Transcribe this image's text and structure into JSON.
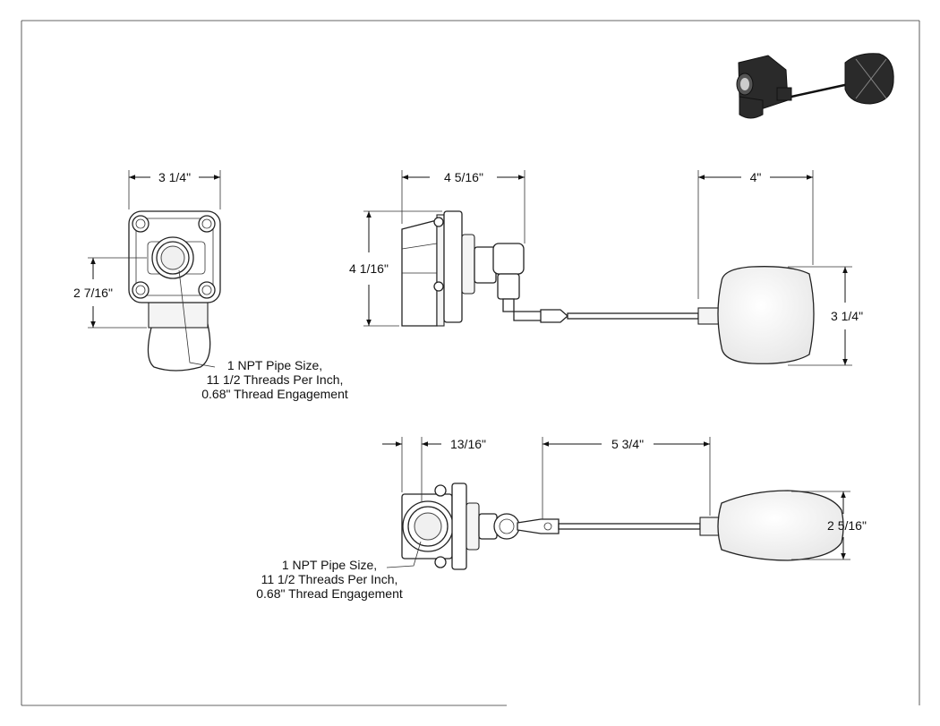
{
  "front_view": {
    "width": "3 1/4\"",
    "height": "2 7/16\"",
    "note": {
      "line1": "1 NPT Pipe Size,",
      "line2": "11 1/2 Threads Per Inch,",
      "line3": "0.68\" Thread Engagement"
    }
  },
  "side_view": {
    "body_length": "4 5/16\"",
    "body_height": "4 1/16\"",
    "float_length": "4\"",
    "float_height": "3 1/4\""
  },
  "top_view": {
    "body_depth": "13/16\"",
    "arm_length": "5 3/4\"",
    "float_height": "2 5/16\"",
    "note": {
      "line1": "1 NPT Pipe Size,",
      "line2": "11 1/2 Threads Per Inch,",
      "line3": "0.68\" Thread Engagement"
    }
  }
}
